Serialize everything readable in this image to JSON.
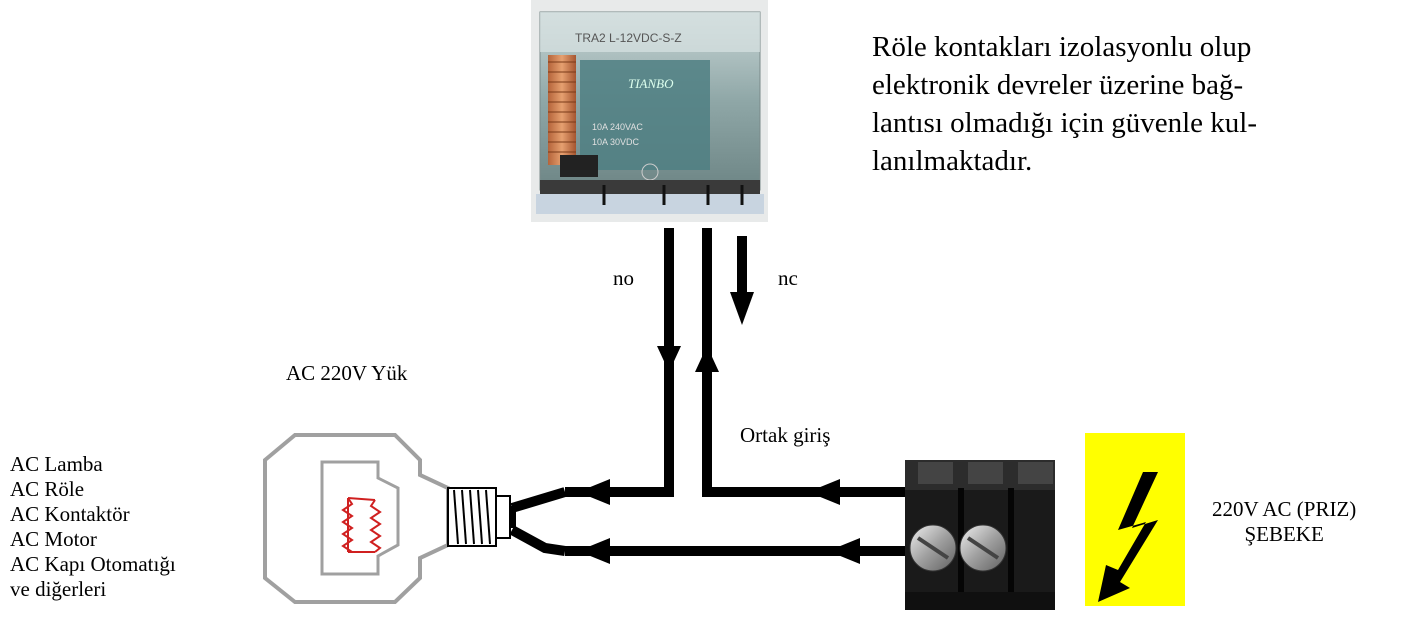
{
  "description": {
    "lines": [
      "Röle kontakları izolasyonlu olup",
      "elektronik devreler üzerine bağ-",
      "lantısı olmadığı için  güvenle kul-",
      "lanılmaktadır."
    ]
  },
  "labels": {
    "no": "no",
    "nc": "nc",
    "load": "AC 220V Yük",
    "common_input": "Ortak giriş",
    "mains_line1": "220V AC (PRIZ)",
    "mains_line2": "ŞEBEKE"
  },
  "relay": {
    "markings": [
      "TRA2 L-12VDC-S-Z",
      "TIANBO",
      "10A 240VAC",
      "10A 30VDC"
    ]
  },
  "loads_list": [
    "AC Lamba",
    "AC Röle",
    "AC Kontaktör",
    "AC Motor",
    "AC Kapı Otomatığı",
    "ve diğerleri"
  ],
  "colors": {
    "wire": "#000000",
    "filament": "#d02020",
    "bulb_outline": "#a0a0a0",
    "hazard": "#ffff00",
    "relay_body": "#8fa7a7"
  },
  "icons": {
    "relay": "relay-component",
    "bulb": "light-bulb-icon",
    "terminal": "terminal-block",
    "hazard": "high-voltage-icon"
  }
}
